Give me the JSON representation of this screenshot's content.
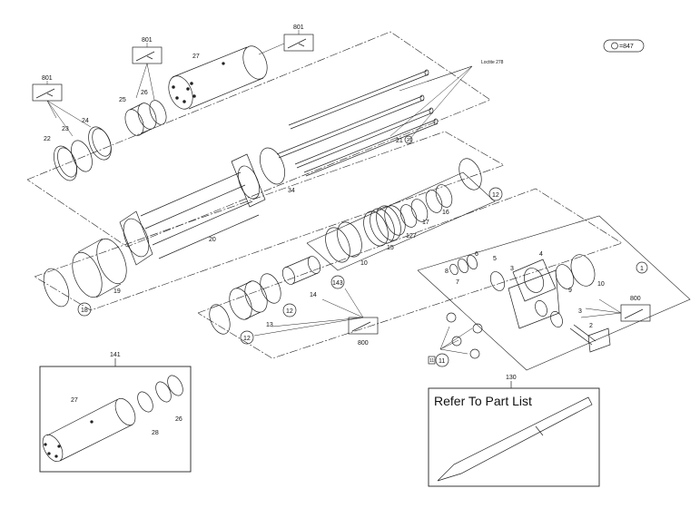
{
  "legend": {
    "label": "=847"
  },
  "labels": {
    "n801a": "801",
    "n801b": "801",
    "n801c": "801",
    "n27": "27",
    "n25": "25",
    "n26": "26",
    "n24": "24",
    "n23": "23",
    "n22": "22",
    "n34": "34",
    "n20": "20",
    "n19": "19",
    "n18": "18",
    "n21": "21",
    "n21b": "21",
    "loctite": "Loctite 278",
    "n12a": "12",
    "n12b": "12",
    "n12c": "12",
    "n16": "16",
    "n17": "17",
    "n127": "127",
    "n15": "15",
    "n10a": "10",
    "n10b": "10",
    "n143": "143",
    "n14": "14",
    "n13": "13",
    "n800a": "800",
    "n800b": "800",
    "n1": "1",
    "n4": "4",
    "n5": "5",
    "n6": "6",
    "n7": "7",
    "n8": "8",
    "n9": "9",
    "n3a": "3",
    "n3b": "3",
    "n2": "2",
    "n11": "11",
    "n11b": "11",
    "n141": "141",
    "n27b": "27",
    "n26b": "26",
    "n28": "28",
    "n130": "130"
  },
  "part_note": "Refer To Part List"
}
